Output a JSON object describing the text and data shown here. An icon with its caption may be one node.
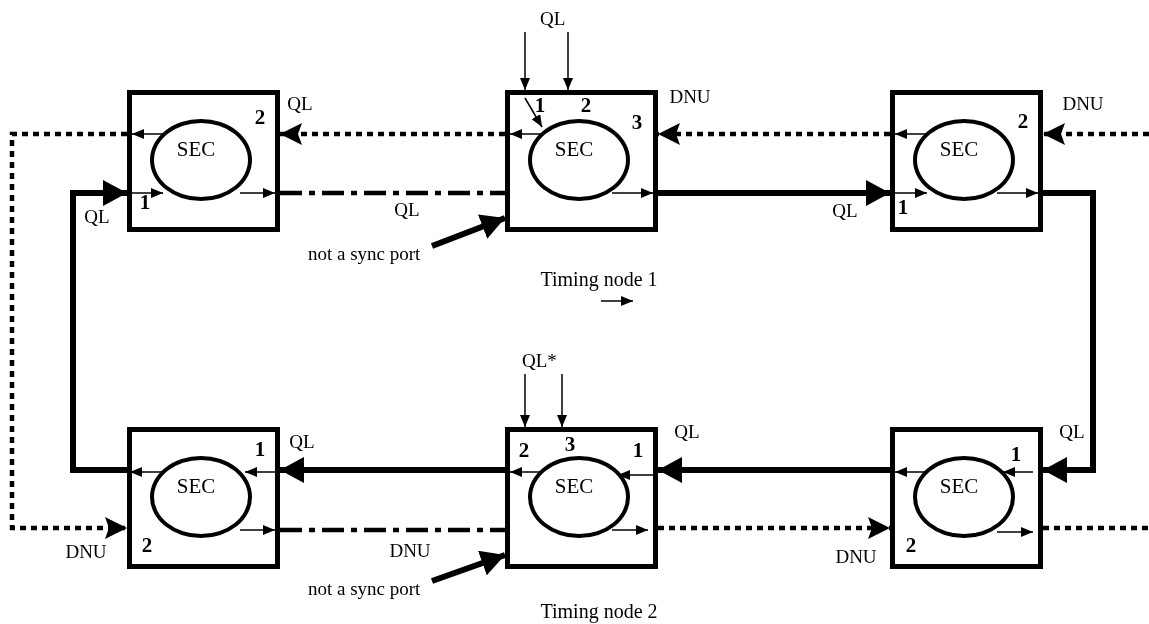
{
  "diagram": {
    "nodes": [
      {
        "text": [
          "2",
          "1"
        ]
      },
      {
        "text": [
          "SEC"
        ],
        "in": 0
      },
      {
        "text": [
          "1",
          "2",
          "3"
        ]
      },
      {
        "text": [
          "SEC"
        ],
        "in": 2
      },
      {
        "text": [
          "2",
          "1"
        ]
      },
      {
        "text": [
          "SEC"
        ],
        "in": 4
      },
      {
        "text": [
          "1",
          "2"
        ]
      },
      {
        "text": [
          "SEC"
        ],
        "in": 6
      },
      {
        "text": [
          "2",
          "3",
          "1"
        ]
      },
      {
        "text": [
          "SEC"
        ],
        "in": 8
      },
      {
        "text": [
          "1",
          "2"
        ]
      },
      {
        "text": [
          "SEC"
        ],
        "in": 10
      },
      {
        "text": [
          "QL"
        ]
      },
      {
        "text": [
          "QL*"
        ]
      },
      {
        "text": [
          "not a sync port"
        ]
      },
      {
        "text": [
          "not a sync port"
        ]
      }
    ],
    "edges": [
      {
        "from": 4,
        "to": 2,
        "arrow": "to",
        "label": "DNU",
        "style": "dashed"
      },
      {
        "from": 2,
        "to": 0,
        "arrow": "to",
        "label": "QL",
        "style": "dashed"
      },
      {
        "from": 0,
        "to": 6,
        "arrow": "to",
        "label": "DNU",
        "style": "dashed"
      },
      {
        "from": null,
        "to": 4,
        "arrow": "to",
        "label": "DNU",
        "style": "dashed"
      },
      {
        "from": 0,
        "to": 2,
        "arrow": "none",
        "label": "QL",
        "style": "dashed"
      },
      {
        "from": 2,
        "to": 4,
        "arrow": "to",
        "label": "QL",
        "style": "thick"
      },
      {
        "from": 4,
        "to": 10,
        "arrow": "to",
        "label": "QL",
        "style": "thick"
      },
      {
        "from": 10,
        "to": 8,
        "arrow": "to",
        "label": "QL",
        "style": "thick"
      },
      {
        "from": 8,
        "to": 6,
        "arrow": "to",
        "label": "QL",
        "style": "thick"
      },
      {
        "from": 6,
        "to": 0,
        "arrow": "to",
        "label": "QL",
        "style": "thick"
      },
      {
        "from": 6,
        "to": 8,
        "arrow": "none",
        "label": "DNU",
        "style": "dashed"
      },
      {
        "from": 8,
        "to": 10,
        "arrow": "to",
        "label": "DNU",
        "style": "dashed"
      },
      {
        "from": 10,
        "to": null,
        "arrow": "none",
        "style": "dashed"
      },
      {
        "from": 12,
        "to": 2,
        "arrow": "to"
      },
      {
        "from": 12,
        "to": 2,
        "arrow": "to"
      },
      {
        "from": 13,
        "to": 8,
        "arrow": "to"
      },
      {
        "from": 13,
        "to": 8,
        "arrow": "to"
      },
      {
        "from": 14,
        "to": 2,
        "arrow": "to",
        "style": "thick"
      },
      {
        "from": 15,
        "to": 8,
        "arrow": "to",
        "style": "thick"
      },
      {
        "from": 1,
        "to": 0,
        "arrow": "to"
      },
      {
        "from": 0,
        "to": 1,
        "arrow": "to"
      },
      {
        "from": 1,
        "to": 0,
        "arrow": "to"
      },
      {
        "from": 3,
        "to": 2,
        "arrow": "to"
      },
      {
        "from": 2,
        "to": 3,
        "arrow": "to"
      },
      {
        "from": 3,
        "to": 2,
        "arrow": "to"
      },
      {
        "from": 5,
        "to": 4,
        "arrow": "to"
      },
      {
        "from": 4,
        "to": 5,
        "arrow": "to"
      },
      {
        "from": 5,
        "to": 4,
        "arrow": "to"
      },
      {
        "from": 7,
        "to": 6,
        "arrow": "to"
      },
      {
        "from": 6,
        "to": 7,
        "arrow": "to"
      },
      {
        "from": 7,
        "to": 6,
        "arrow": "to"
      },
      {
        "from": 9,
        "to": 8,
        "arrow": "to"
      },
      {
        "from": 8,
        "to": 9,
        "arrow": "to"
      },
      {
        "from": 9,
        "to": 8,
        "arrow": "to"
      },
      {
        "from": 11,
        "to": 10,
        "arrow": "to"
      },
      {
        "from": 10,
        "to": 11,
        "arrow": "to"
      },
      {
        "from": 11,
        "to": 10,
        "arrow": "to"
      }
    ],
    "labels": [
      "Timing node 1",
      "Timing node 2"
    ]
  }
}
